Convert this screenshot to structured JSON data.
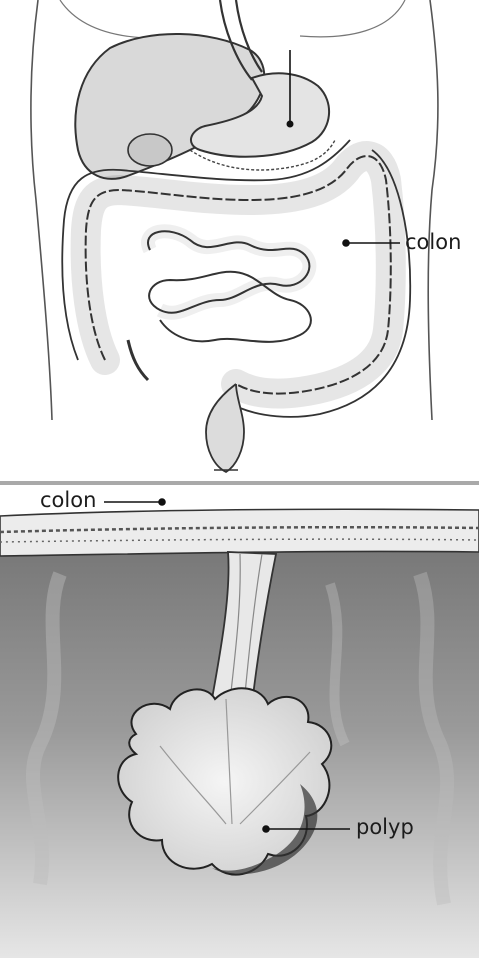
{
  "figure": {
    "top_panel": {
      "label_colon": "colon"
    },
    "bottom_panel": {
      "label_colon": "colon",
      "label_polyp": "polyp"
    }
  }
}
